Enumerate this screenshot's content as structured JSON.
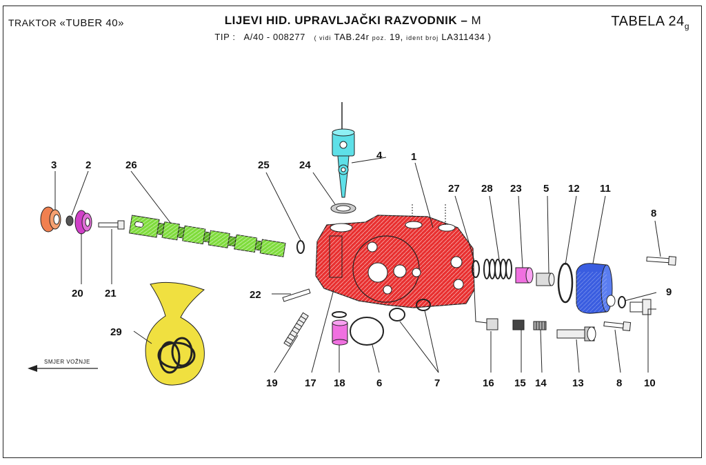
{
  "header": {
    "tractor_prefix": "TRAKTOR",
    "tractor_name": "«TUBER 40»",
    "title": "LIJEVI  HID. UPRAVLJAČKI RAZVODNIK –",
    "title_suffix": "M",
    "type_label": "TIP :",
    "type_code": "A/40 - 008277",
    "ref_prefix": "( vidi",
    "ref_table": "TAB.24r",
    "ref_pos_label": "poz.",
    "ref_pos": "19,",
    "ident_label": "ident broj",
    "ident_number": "LA311434 )",
    "table_label": "TABELA 24",
    "table_sub": "g"
  },
  "direction_label": "SMJER VOŽNJE",
  "part_labels": [
    "1",
    "2",
    "3",
    "4",
    "5",
    "6",
    "7",
    "8",
    "8",
    "9",
    "10",
    "11",
    "12",
    "13",
    "14",
    "15",
    "16",
    "17",
    "18",
    "19",
    "20",
    "21",
    "22",
    "23",
    "24",
    "25",
    "26",
    "27",
    "28",
    "29"
  ],
  "colors": {
    "body_red": "#e83030",
    "spool_green": "#7fdc3c",
    "cap_blue": "#3a5de0",
    "handle_cyan": "#5ee0e8",
    "nut_orange": "#f08050",
    "ring_magenta": "#d040c8",
    "bag_yellow": "#f0e040",
    "seal_pink": "#f070e0"
  }
}
